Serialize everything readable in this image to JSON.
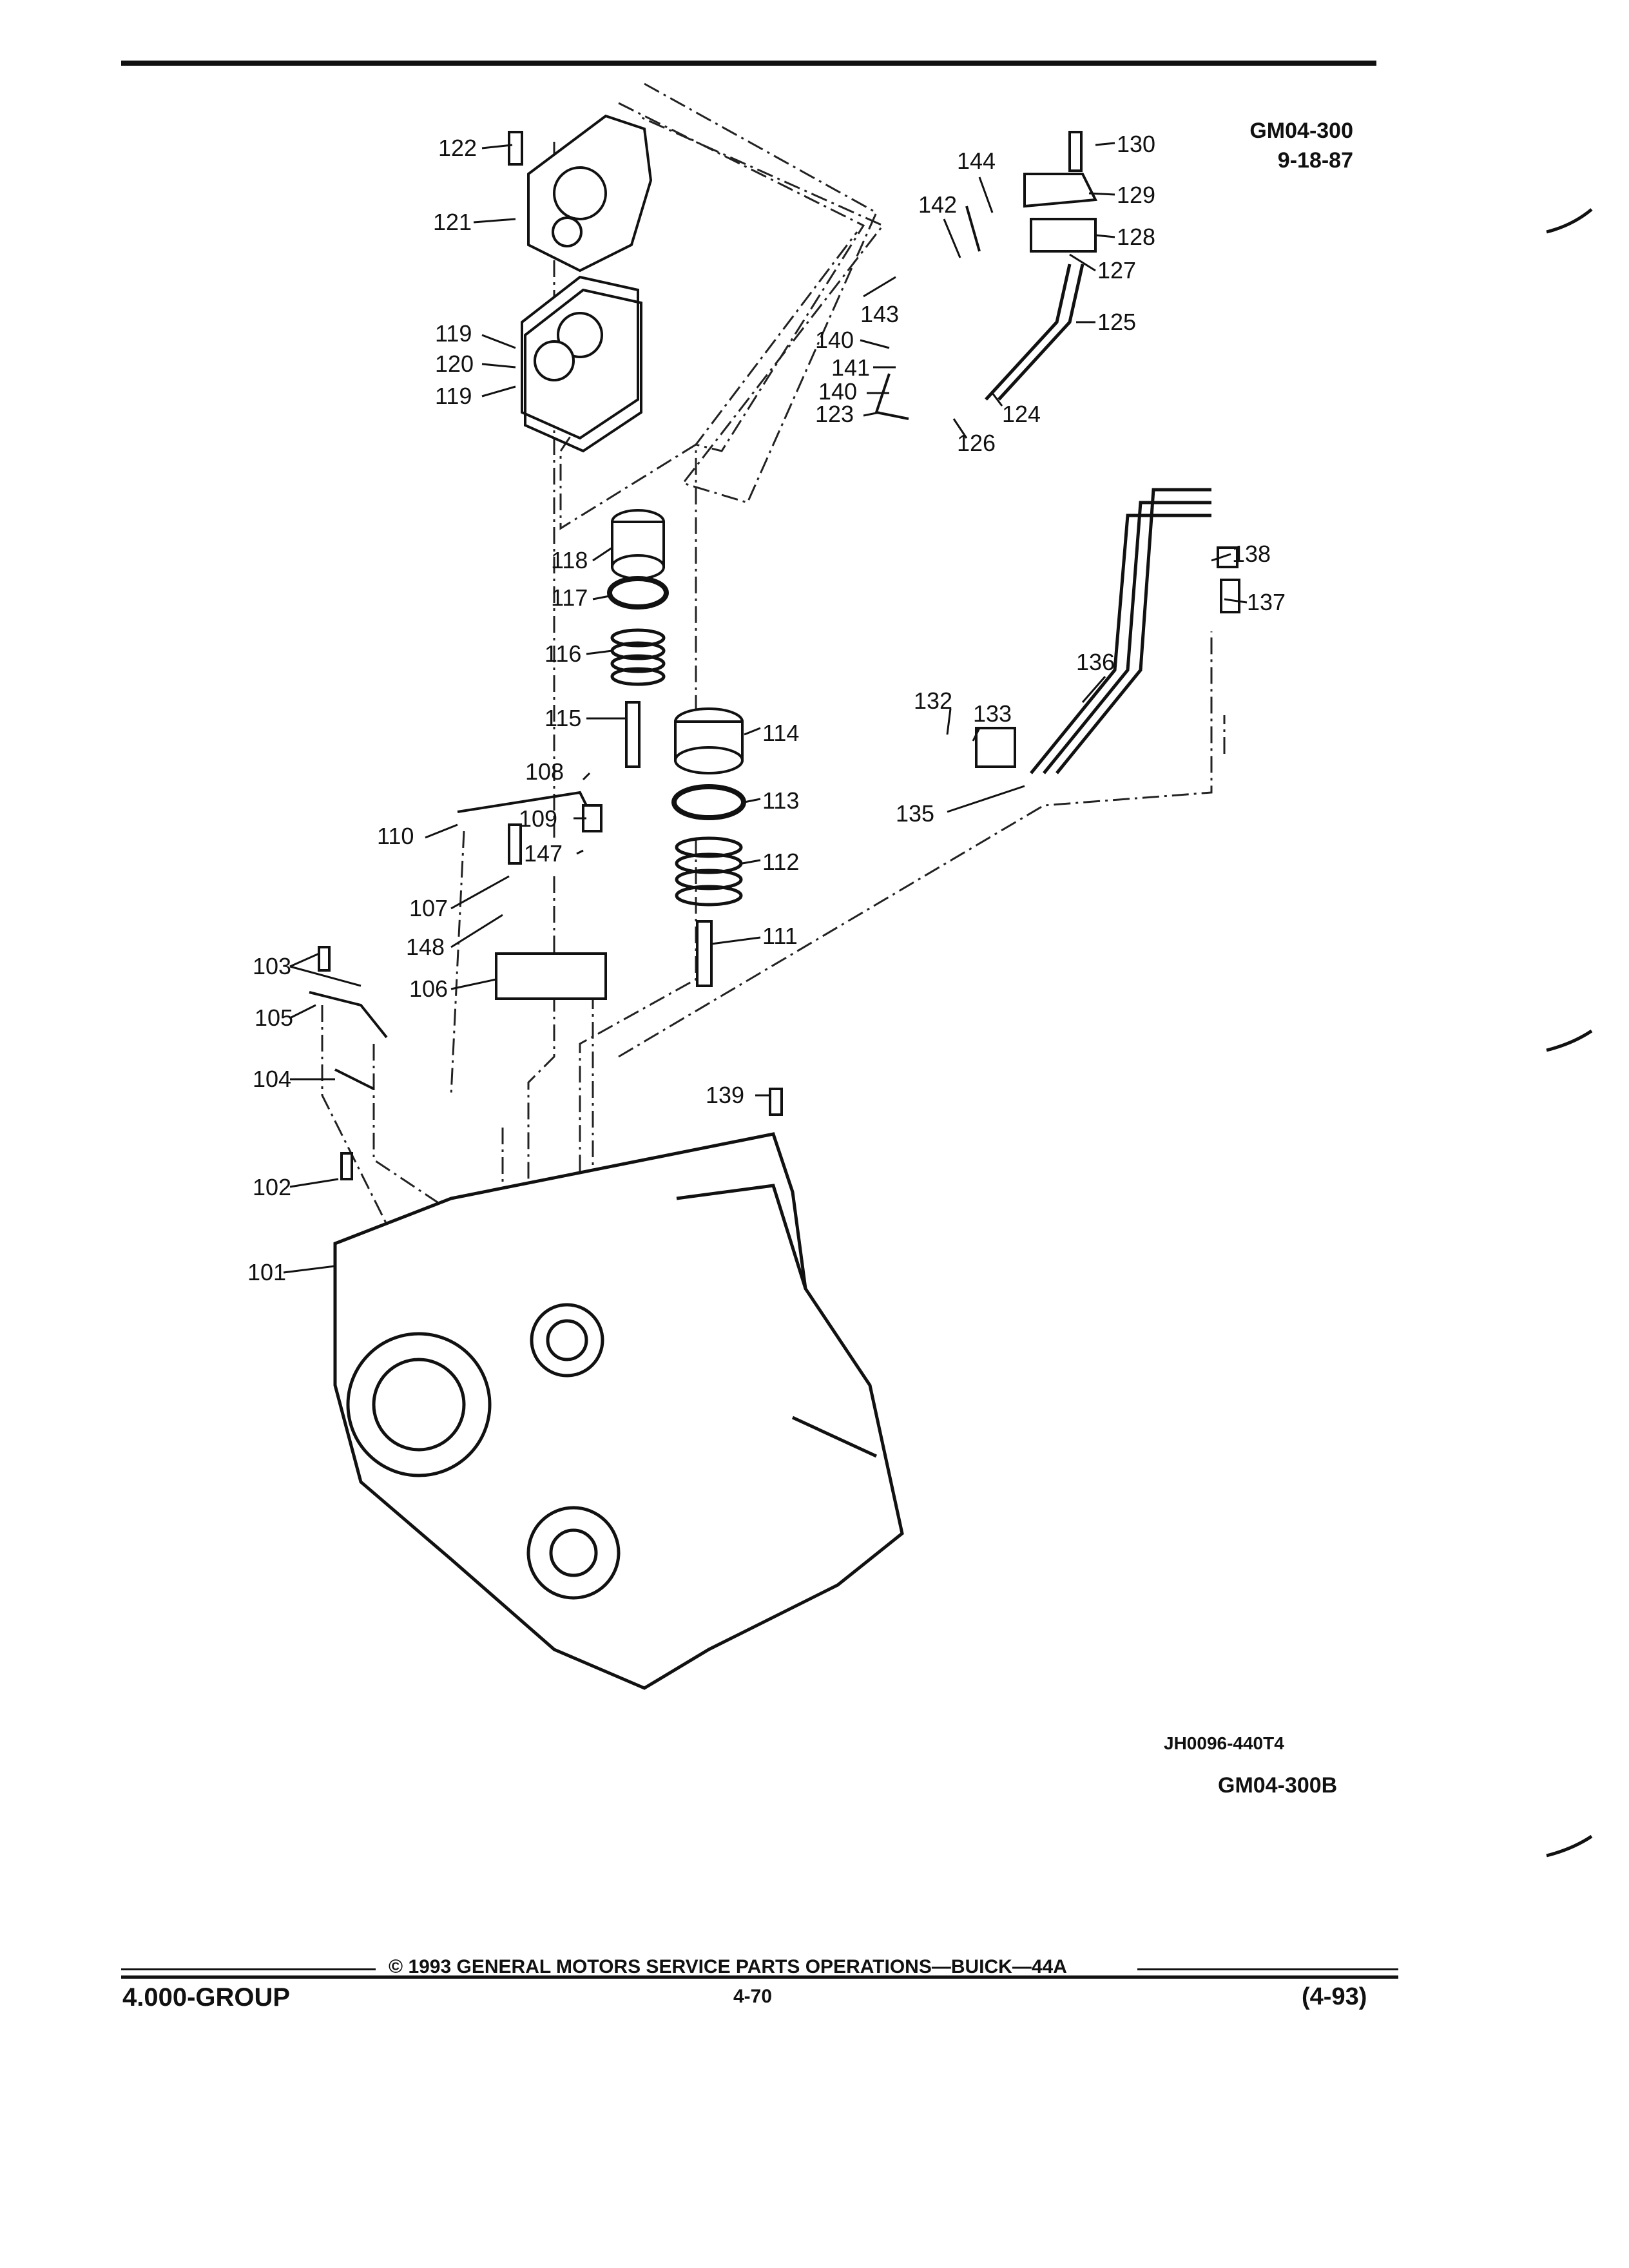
{
  "header": {
    "code": "GM04-300",
    "date": "9-18-87"
  },
  "figure": {
    "part_numbers": [
      "101",
      "102",
      "103",
      "104",
      "105",
      "106",
      "107",
      "108",
      "109",
      "110",
      "111",
      "112",
      "113",
      "114",
      "115",
      "116",
      "117",
      "118",
      "119",
      "120",
      "119",
      "121",
      "122",
      "123",
      "124",
      "125",
      "126",
      "127",
      "128",
      "129",
      "130",
      "132",
      "133",
      "135",
      "136",
      "137",
      "138",
      "139",
      "140",
      "140",
      "141",
      "142",
      "143",
      "144",
      "147",
      "148"
    ],
    "image_ref": "JH0096-440T4",
    "figure_code": "GM04-300B"
  },
  "footer": {
    "copyright": "© 1993 GENERAL MOTORS SERVICE PARTS OPERATIONS—BUICK—44A",
    "group": "4.000-GROUP",
    "page": "4-70",
    "revision": "(4-93)"
  }
}
